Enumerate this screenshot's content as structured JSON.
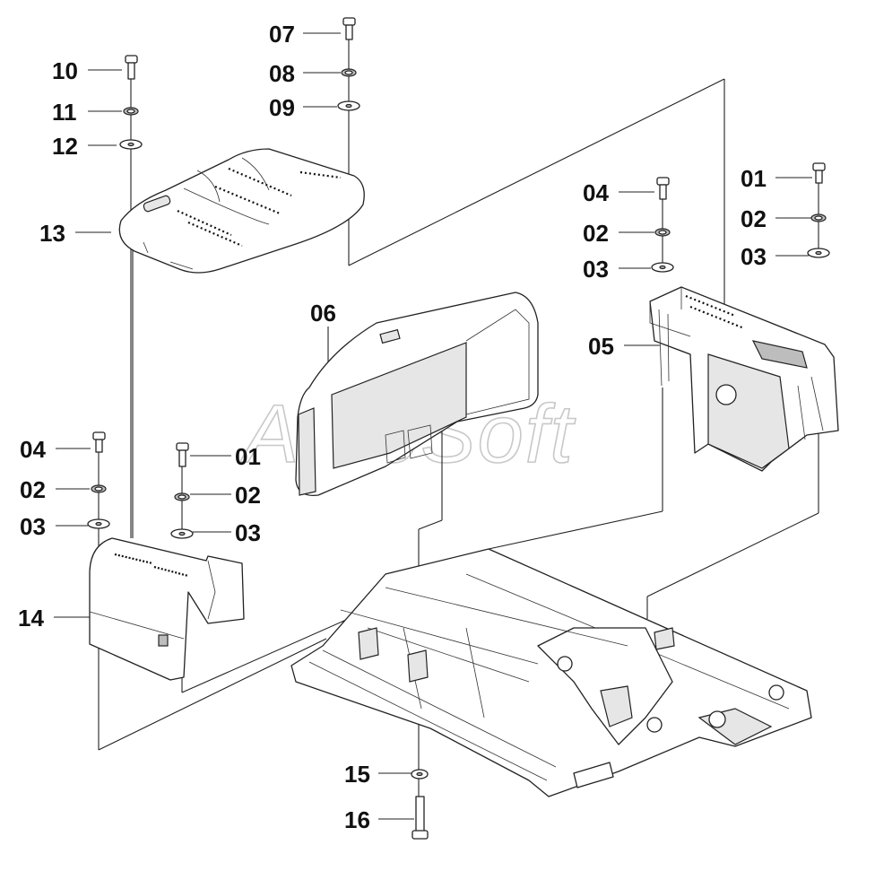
{
  "watermark": "AutoSoft",
  "callouts": [
    {
      "id": "c10",
      "text": "10"
    },
    {
      "id": "c11",
      "text": "11"
    },
    {
      "id": "c12",
      "text": "12"
    },
    {
      "id": "c13",
      "text": "13"
    },
    {
      "id": "c07",
      "text": "07"
    },
    {
      "id": "c08",
      "text": "08"
    },
    {
      "id": "c09",
      "text": "09"
    },
    {
      "id": "c06",
      "text": "06"
    },
    {
      "id": "c04a",
      "text": "04"
    },
    {
      "id": "c02a",
      "text": "02"
    },
    {
      "id": "c03a",
      "text": "03"
    },
    {
      "id": "c05",
      "text": "05"
    },
    {
      "id": "c01a",
      "text": "01"
    },
    {
      "id": "c02b",
      "text": "02"
    },
    {
      "id": "c03b",
      "text": "03"
    },
    {
      "id": "c04b",
      "text": "04"
    },
    {
      "id": "c02c",
      "text": "02"
    },
    {
      "id": "c03c",
      "text": "03"
    },
    {
      "id": "c01b",
      "text": "01"
    },
    {
      "id": "c02d",
      "text": "02"
    },
    {
      "id": "c03d",
      "text": "03"
    },
    {
      "id": "c14",
      "text": "14"
    },
    {
      "id": "c15",
      "text": "15"
    },
    {
      "id": "c16",
      "text": "16"
    }
  ]
}
